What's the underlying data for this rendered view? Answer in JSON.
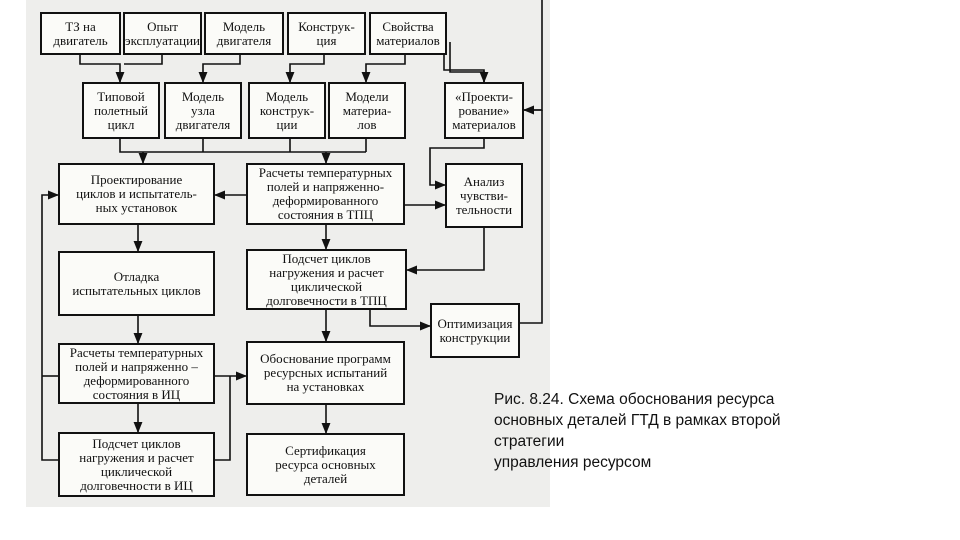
{
  "diagram": {
    "boxes": {
      "tz_engine": "ТЗ на\nдвигатель",
      "operation_experience": "Опыт\nэксплуатации",
      "engine_model": "Модель\nдвигателя",
      "design": "Конструк-\nция",
      "material_properties": "Свойства\nматериалов",
      "typical_flight_cycle": "Типовой\nполетный\nцикл",
      "engine_unit_model": "Модель\nузла\nдвигателя",
      "design_model": "Модель\nконструк-\nции",
      "material_models": "Модели\nматериа-\nлов",
      "material_design": "«Проекти-\nрование»\nматериалов",
      "cycle_test_design": "Проектирование\nциклов и испытатель-\nных установок",
      "tpc_calculations": "Расчеты температурных\nполей и напряженно-\nдеформированного\nсостояния в ТПЦ",
      "sensitivity_analysis": "Анализ\nчувстви-\nтельности",
      "test_cycle_debugging": "Отладка\nиспытательных циклов",
      "tpc_cycle_count": "Подсчет циклов\nнагружения и расчет\nциклической\nдолговечности в ТПЦ",
      "design_optimization": "Оптимизация\nконструкции",
      "ic_calculations": "Расчеты температурных\nполей и напряженно –\nдеформированного\nсостояния в ИЦ",
      "test_program_justification": "Обоснование программ\nресурсных испытаний\nна установках",
      "ic_cycle_count": "Подсчет циклов\nнагружения и расчет\nциклической\nдолговечности в ИЦ",
      "certification": "Сертификация\nресурса основных\nдеталей"
    }
  },
  "caption": {
    "line1": "Рис. 8.24. Схема обоснования ресурса",
    "line2": "основных деталей ГТД в рамках второй",
    "line3": "стратегии",
    "line4": "управления ресурсом"
  },
  "colors": {
    "line": "#111111",
    "box_border": "#111111",
    "scan_background": "#eeeeec"
  }
}
